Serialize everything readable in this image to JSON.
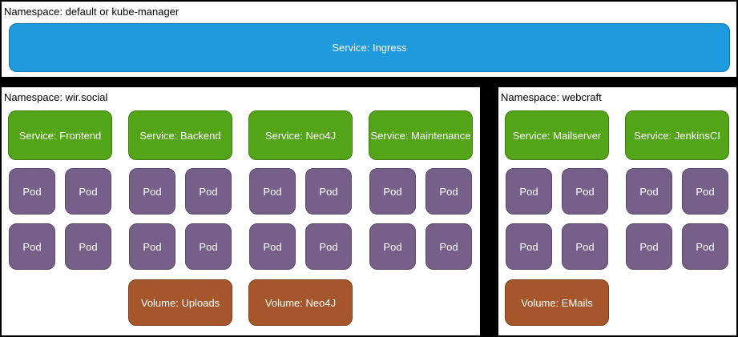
{
  "top_panel": {
    "label": "Namespace: default or kube-manager",
    "ingress_label": "Service: Ingress"
  },
  "wir_social": {
    "label": "Namespace: wir.social",
    "columns": [
      {
        "service": "Service: Frontend"
      },
      {
        "service": "Service: Backend",
        "volume": "Volume: Uploads"
      },
      {
        "service": "Service: Neo4J",
        "volume": "Volume: Neo4J"
      },
      {
        "service": "Service: Maintenance"
      }
    ]
  },
  "webcraft": {
    "label": "Namespace: webcraft",
    "columns": [
      {
        "service": "Service: Mailserver",
        "volume": "Volume: EMails"
      },
      {
        "service": "Service: JenkinsCI"
      }
    ]
  },
  "pod_label": "Pod",
  "colors": {
    "service_blue": "#1E9BDE",
    "service_blue_border": "#1173AE",
    "service_green": "#53A417",
    "service_green_border": "#3E7D10",
    "pod_purple": "#76608A",
    "pod_purple_border": "#594A6B",
    "volume_brown": "#A5562B",
    "volume_brown_border": "#7C3F1D",
    "panel_background": "#FFFFFF",
    "outer_background": "#000000",
    "box_text": "#FFFFFF",
    "label_text": "#000000"
  }
}
